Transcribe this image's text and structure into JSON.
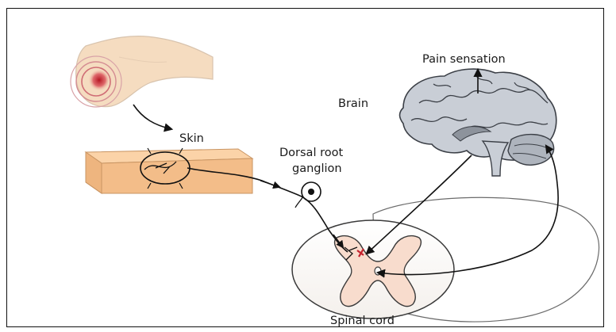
{
  "labels": {
    "pain_sensation": "Pain sensation",
    "brain": "Brain",
    "skin": "Skin",
    "dorsal_root_line1": "Dorsal root",
    "dorsal_root_line2": "ganglion",
    "spinal_cord": "Spinal cord"
  },
  "colors": {
    "skin_fill": "#f5dcc0",
    "skin_outline": "#c9b7a3",
    "pain_red": "#c5232f",
    "skin_block_top": "#fbd3a8",
    "skin_block_front": "#f0b47e",
    "brain_fill": "#c9ced6",
    "brain_outline": "#3b3f46",
    "cord_fill": "#f8dccd",
    "cord_outline": "#3a3a3a",
    "nerve_line": "#111111"
  }
}
